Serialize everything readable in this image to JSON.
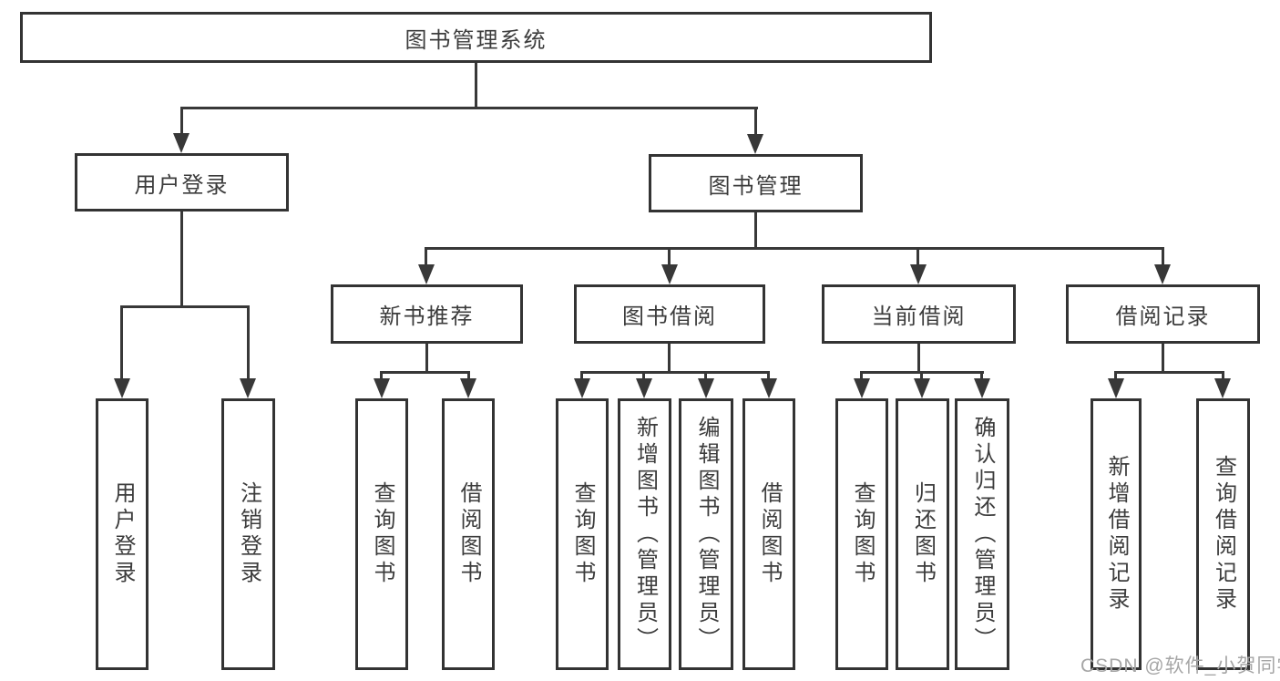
{
  "colors": {
    "line": "#383838",
    "border": "#333333",
    "text": "#3c3c3c",
    "watermark": "#a6a6a6",
    "background": "#ffffff"
  },
  "tree": {
    "root": {
      "label": "图书管理系统"
    },
    "user_login": {
      "label": "用户登录",
      "children": [
        {
          "label": "用户登录"
        },
        {
          "label": "注销登录"
        }
      ]
    },
    "book_mgmt": {
      "label": "图书管理",
      "sections": [
        {
          "label": "新书推荐",
          "children": [
            {
              "label": "查询图书"
            },
            {
              "label": "借阅图书"
            }
          ]
        },
        {
          "label": "图书借阅",
          "children": [
            {
              "label": "查询图书"
            },
            {
              "label": "新增图书（管理员）"
            },
            {
              "label": "编辑图书（管理员）"
            },
            {
              "label": "借阅图书"
            }
          ]
        },
        {
          "label": "当前借阅",
          "children": [
            {
              "label": "查询图书"
            },
            {
              "label": "归还图书"
            },
            {
              "label": "确认归还（管理员）"
            }
          ]
        },
        {
          "label": "借阅记录",
          "children": [
            {
              "label": "新增借阅记录"
            },
            {
              "label": "查询借阅记录"
            }
          ]
        }
      ]
    }
  },
  "watermark": {
    "text": "CSDN @软件_小贺同学"
  }
}
